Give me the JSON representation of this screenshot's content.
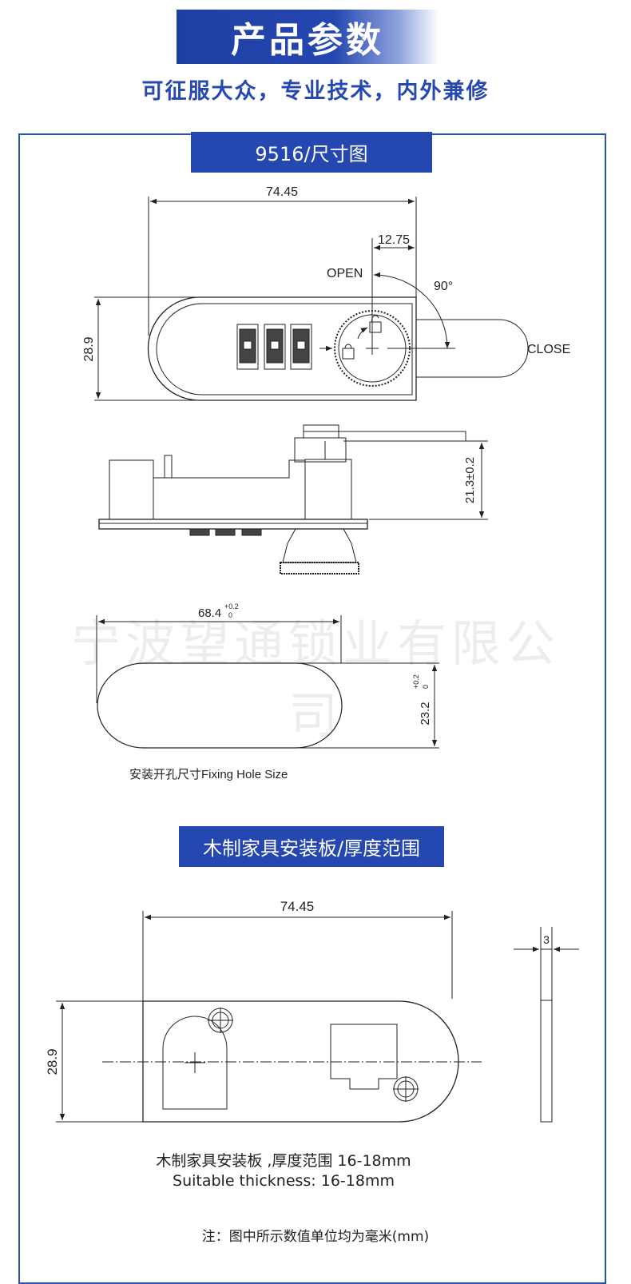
{
  "header": {
    "title": "产品参数",
    "subtitle": "可征服大众，专业技术，内外兼修"
  },
  "section1": {
    "title": "9516/尺寸图",
    "dim_length": "74.45",
    "dim_offset": "12.75",
    "label_open": "OPEN",
    "label_angle": "90°",
    "label_close": "CLOSE",
    "dim_height": "28.9",
    "dim_depth": "21.3±0.2",
    "hole_width": "68.4",
    "hole_height": "23.2",
    "tol_plus": "+0.2",
    "tol_zero": "0",
    "hole_caption": "安装开孔尺寸Fixing Hole Size"
  },
  "watermark": "宁波望通锁业有限公司",
  "section2": {
    "title": "木制家具安装板/厚度范围",
    "dim_length": "74.45",
    "dim_height": "28.9",
    "dim_thickness": "3",
    "caption_cn": "木制家具安装板 ,厚度范围 16-18mm",
    "caption_en": "Suitable thickness: 16-18mm"
  },
  "footer_note": "注：图中所示数值单位均为毫米(mm)",
  "colors": {
    "brand_blue": "#2447b2",
    "frame_blue": "#2a4fbf",
    "line": "#222222"
  }
}
